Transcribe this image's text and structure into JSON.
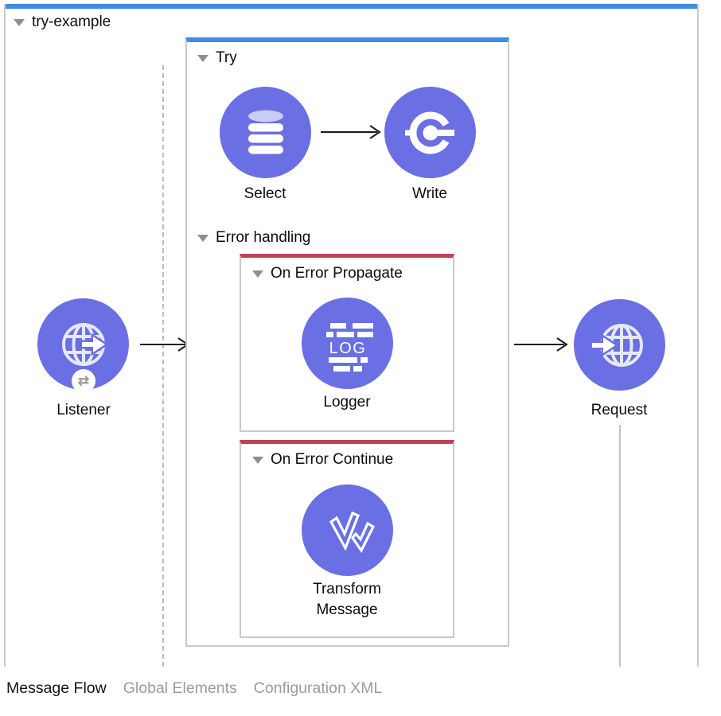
{
  "flow": {
    "title": "try-example",
    "palette": {
      "node_purple": "#6A6FE3",
      "selection_blue": "#3E8CE3",
      "error_red": "#BF4257",
      "box_border_gray": "#C9C9C9",
      "db_top_lavender": "#C9CCF5",
      "globe_stroke": "#E6E8FA"
    },
    "listener": {
      "label": "Listener",
      "icon": "http-listener-globe-icon",
      "badge_icon": "source-exchange-icon",
      "badge_glyph": "⇄"
    },
    "try_scope": {
      "label": "Try",
      "processors": [
        {
          "label": "Select",
          "icon": "database-icon"
        },
        {
          "label": "Write",
          "icon": "file-write-icon"
        }
      ],
      "error_handling": {
        "label": "Error handling",
        "handlers": [
          {
            "label": "On Error Propagate",
            "processors": [
              {
                "label": "Logger",
                "icon": "logger-icon",
                "icon_text": "LOG"
              }
            ]
          },
          {
            "label": "On Error Continue",
            "processors": [
              {
                "label": "Transform Message",
                "icon": "transform-message-icon"
              }
            ]
          }
        ]
      }
    },
    "request": {
      "label": "Request",
      "icon": "http-request-globe-icon"
    }
  },
  "tabs": [
    {
      "label": "Message Flow",
      "active": true
    },
    {
      "label": "Global Elements",
      "active": false
    },
    {
      "label": "Configuration XML",
      "active": false
    }
  ]
}
